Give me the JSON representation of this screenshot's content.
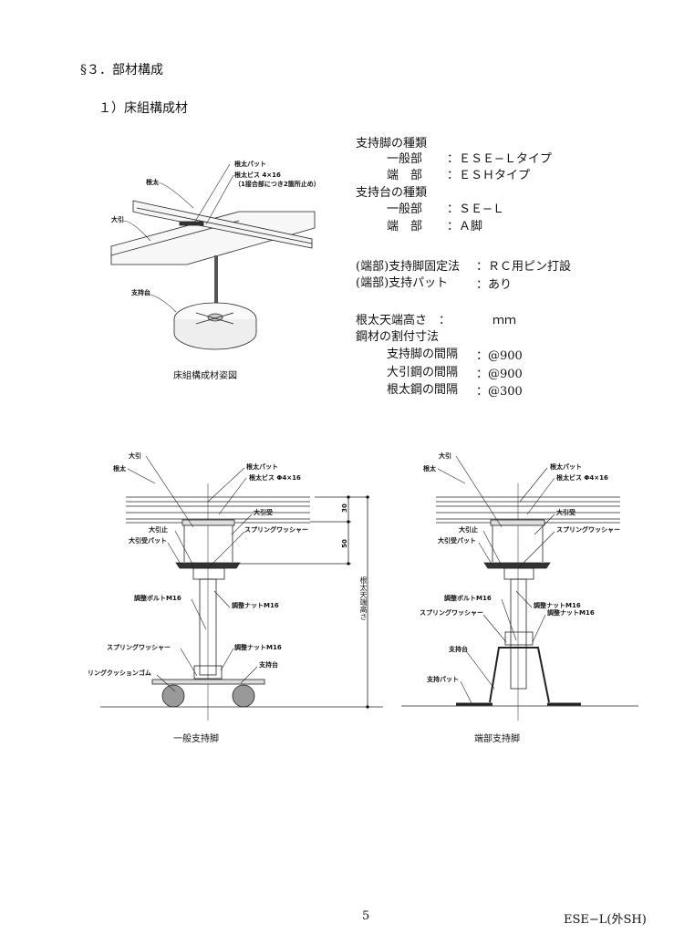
{
  "section_title": "§３．部材構成",
  "subsection_title": "１）床組構成材",
  "spec": {
    "leg_type_heading": "支持脚の種類",
    "leg_general_label": "一般部",
    "leg_general_value": "：ＥＳＥ−Ｌタイプ",
    "leg_end_label": "端　部",
    "leg_end_value": "：ＥＳＨタイプ",
    "base_type_heading": "支持台の種類",
    "base_general_label": "一般部",
    "base_general_value": "：ＳＥ−Ｌ",
    "base_end_label": "端　部",
    "base_end_value": "：Ａ脚",
    "fix_label": "(端部)支持脚固定法",
    "fix_value": "：ＲＣ用ピン打設",
    "pad_label": "(端部)支持パット",
    "pad_value": "：あり",
    "height_label": "根太天端高さ　：",
    "height_unit": "ｍｍ",
    "spacing_heading": "鋼材の割付寸法",
    "spacing_leg_label": "支持脚の間隔",
    "spacing_leg_value": "：@900",
    "spacing_ohbiki_label": "大引鋼の間隔",
    "spacing_ohbiki_value": "：@900",
    "spacing_neda_label": "根太鋼の間隔",
    "spacing_neda_value": "：@300"
  },
  "iso": {
    "caption": "床組構成材姿図",
    "labels": {
      "neda": "根太",
      "neda_pad": "根太パット",
      "neda_screw": "根太ビス 4×16",
      "neda_screw_note": "（1接合部につき2箇所止め）",
      "ohbiki": "大引",
      "base": "支持台"
    }
  },
  "general": {
    "caption": "一般支持脚",
    "labels": {
      "ohbiki": "大引",
      "neda": "根太",
      "neda_pad": "根太パット",
      "neda_screw": "根太ビス Φ4×16",
      "ohbiki_uke": "大引受",
      "ohbiki_stop": "大引止",
      "spring_washer_top": "スプリングワッシャー",
      "ohbiki_uke_pad": "大引受パット",
      "bolt": "調整ボルトM16",
      "nut_top": "調整ナットM16",
      "nut_bottom": "調整ナットM16",
      "spring_washer_bottom": "スプリングワッシャー",
      "base": "支持台",
      "rubber": "リングクッションゴム"
    },
    "dim_30": "30",
    "dim_50": "50",
    "height_label": "根太天端高さ"
  },
  "end": {
    "caption": "端部支持脚",
    "labels": {
      "ohbiki": "大引",
      "neda": "根太",
      "neda_pad": "根太パット",
      "neda_screw": "根太ビス Φ4×16",
      "ohbiki_uke": "大引受",
      "ohbiki_stop": "大引止",
      "spring_washer_top": "スプリングワッシャー",
      "ohbiki_uke_pad": "大引受パット",
      "bolt": "調整ボルトM16",
      "nut_top": "調整ナットM16",
      "nut_bottom": "調整ナットM16",
      "spring_washer_bottom": "スプリングワッシャー",
      "base": "支持台",
      "pad": "支持パット"
    }
  },
  "footer": {
    "page_number": "5",
    "doc_code": "ESE−L(外SH)"
  }
}
